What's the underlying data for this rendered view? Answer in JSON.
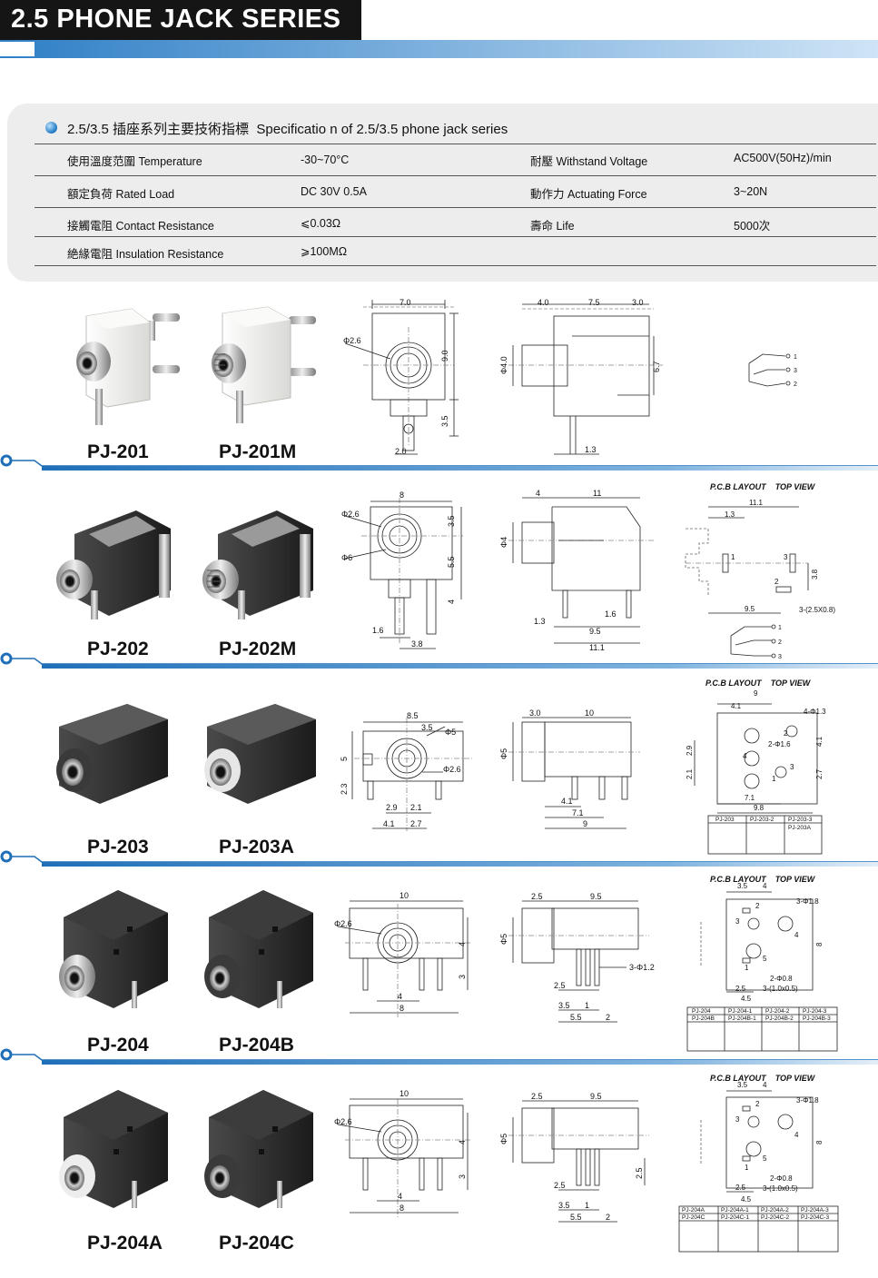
{
  "header": {
    "title": "2.5 PHONE JACK SERIES"
  },
  "spec": {
    "heading_cn": "2.5/3.5 插座系列主要技術指標",
    "heading_en": "Specificatio n of 2.5/3.5 phone jack series",
    "rows": [
      {
        "label1": "使用溫度范圍 Temperature",
        "value1": "-30~70°C",
        "label2": "耐壓 Withstand Voltage",
        "value2": "AC500V(50Hz)/min"
      },
      {
        "label1": "額定負荷 Rated Load",
        "value1": "DC 30V 0.5A",
        "label2": "動作力 Actuating Force",
        "value2": "3~20N"
      },
      {
        "label1": "接觸電阻 Contact Resistance",
        "value1": "⩽0.03Ω",
        "label2": "壽命 Life",
        "value2": "5000次"
      },
      {
        "label1": "絶緣電阻 Insulation Resistance",
        "value1": "⩾100MΩ",
        "label2": "",
        "value2": ""
      }
    ]
  },
  "products": [
    {
      "left": "PJ-201",
      "right": "PJ-201M"
    },
    {
      "left": "PJ-202",
      "right": "PJ-202M"
    },
    {
      "left": "PJ-203",
      "right": "PJ-203A"
    },
    {
      "left": "PJ-204",
      "right": "PJ-204B"
    },
    {
      "left": "PJ-204A",
      "right": "PJ-204C"
    }
  ],
  "pcb_caption": {
    "layout": "P.C.B LAYOUT",
    "view": "TOP VIEW"
  },
  "dims": {
    "pj201": {
      "front_w": "7.0",
      "front_h": "9.0",
      "front_pin": "3.5",
      "front_pin_w": "2.0",
      "phi": "Φ2.6",
      "side_a": "4.0",
      "side_b": "7.5",
      "side_c": "3.0",
      "side_phi": "Φ4.0",
      "side_h": "6.7",
      "side_pin": "1.3",
      "sch": [
        "1",
        "3",
        "2"
      ]
    },
    "pj202": {
      "front_w": "8",
      "d1": "3.5",
      "d2": "5.5",
      "d3": "4",
      "phi1": "Φ2.6",
      "phi2": "Φ6",
      "b1": "1.6",
      "b2": "3.8",
      "side_a": "4",
      "side_b": "11",
      "side_phi": "Φ4",
      "s1": "1.3",
      "s2": "1.6",
      "s3": "9.5",
      "s4": "11.1",
      "pcb": [
        "11.1",
        "1.3",
        "1",
        "3",
        "2",
        "3.8",
        "9.5",
        "3-(2.5X0.8)"
      ],
      "sch": [
        "1",
        "2",
        "3"
      ]
    },
    "pj203": {
      "front_w": "8.5",
      "f1": "3.5",
      "phi1": "Φ5",
      "phi2": "Φ2.6",
      "h1": "5",
      "h2": "2.3",
      "b1": "2.9",
      "b2": "2.1",
      "b3": "4.1",
      "b4": "2.7",
      "side_a": "3.0",
      "side_b": "10",
      "side_phi": "Φ5",
      "s1": "4.1",
      "s2": "7.1",
      "s3": "9",
      "pcb": [
        "9",
        "4.1",
        "4-Φ1.3",
        "2",
        "2-Φ1.6",
        "4",
        "3",
        "1",
        "2.9",
        "2.1",
        "2.7",
        "4.1",
        "7.1",
        "9.8"
      ],
      "table": [
        "PJ-203",
        "PJ-203-2",
        "PJ-203-3",
        "PJ-203A"
      ]
    },
    "pj204": {
      "front_w": "10",
      "phi": "Φ2.6",
      "h1": "4",
      "h2": "3",
      "b1": "4",
      "b2": "8",
      "side_a": "2.5",
      "side_b": "9.5",
      "side_phi": "Φ5",
      "pin": "3-Φ1.2",
      "s1": "2.5",
      "s2": "3.5",
      "s3": "1",
      "s4": "5.5",
      "s5": "2",
      "pcb": [
        "3.5",
        "4",
        "3-Φ1.8",
        "2",
        "3",
        "4",
        "8",
        "5",
        "1",
        "2-Φ0.8",
        "3-(1.0x0.5)",
        "2.5",
        "4.5"
      ],
      "table": [
        "PJ-204",
        "PJ-204-1",
        "PJ-204-2",
        "PJ-204-3",
        "PJ-204B",
        "PJ-204B-1",
        "PJ-204B-2",
        "PJ-204B-3"
      ]
    },
    "pj204a": {
      "front_w": "10",
      "phi": "Φ2.6",
      "h1": "4",
      "h2": "3",
      "b1": "4",
      "b2": "8",
      "side_a": "2.5",
      "side_b": "9.5",
      "side_phi": "Φ5",
      "s1": "2.5",
      "s2": "3.5",
      "s3": "1",
      "s4": "5.5",
      "s5": "2",
      "s6": "2.5",
      "pcb": [
        "3.5",
        "4",
        "3-Φ1.8",
        "2",
        "3",
        "4",
        "8",
        "5",
        "1",
        "2-Φ0.8",
        "3-(1.0x0.5)",
        "2.5",
        "4.5"
      ],
      "table": [
        "PJ-204A",
        "PJ-204A-1",
        "PJ-204A-2",
        "PJ-204A-3",
        "PJ-204C",
        "PJ-204C-1",
        "PJ-204C-2",
        "PJ-204C-3"
      ]
    }
  },
  "colors": {
    "header_bg": "#151515",
    "band_blue": "#2f7fc6",
    "panel_bg": "#ededed",
    "body_white": "#f1f1ef",
    "body_black": "#2b2b2b",
    "metal": "#c9c9c9"
  }
}
